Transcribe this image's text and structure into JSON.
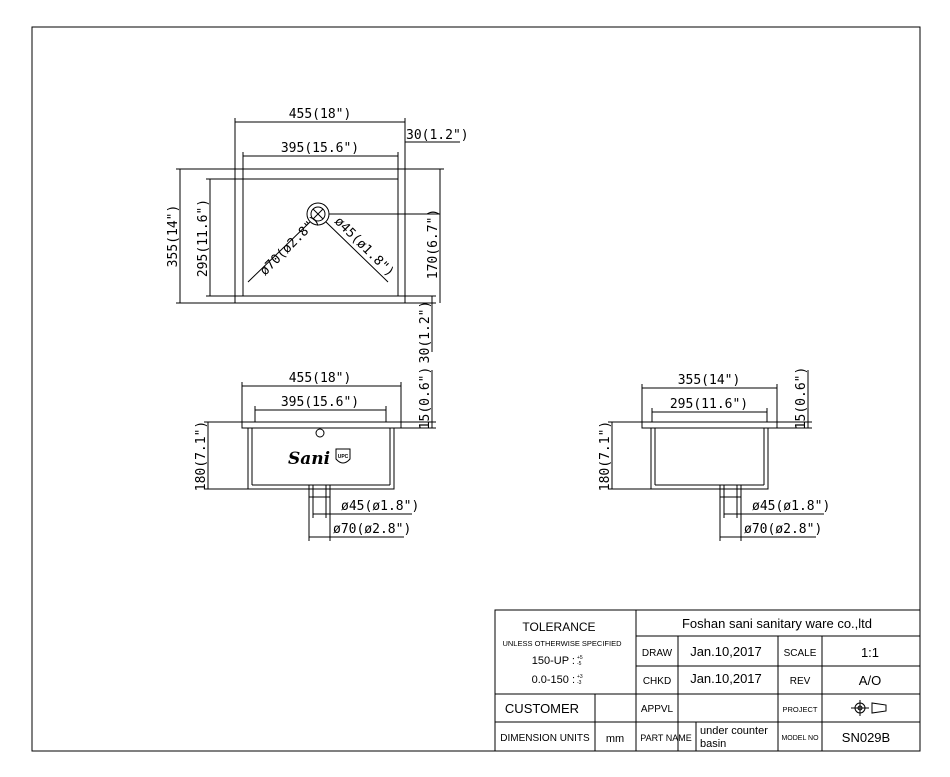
{
  "top_view": {
    "overall_width": "455(18\")",
    "inner_width": "395(15.6\")",
    "rim": "30(1.2\")",
    "overall_depth": "355(14\")",
    "inner_depth": "295(11.6\")",
    "drain_offset": "170(6.7\")",
    "rim_bottom": "30(1.2\")",
    "outer_ring": "ø70(ø2.8\")",
    "inner_ring": "ø45(ø1.8\")"
  },
  "front_view": {
    "overall_width": "455(18\")",
    "inner_width": "395(15.6\")",
    "flange": "15(0.6\")",
    "height": "180(7.1\")",
    "drain_inner": "ø45(ø1.8\")",
    "drain_outer": "ø70(ø2.8\")",
    "logo_text": "Sani",
    "badge_text": "UPC"
  },
  "side_view": {
    "overall_width": "355(14\")",
    "inner_width": "295(11.6\")",
    "flange": "15(0.6\")",
    "height": "180(7.1\")",
    "drain_inner": "ø45(ø1.8\")",
    "drain_outer": "ø70(ø2.8\")"
  },
  "title_block": {
    "tolerance": "TOLERANCE",
    "unless": "UNLESS OTHERWISE SPECIFIED",
    "tol_150_up": "150-UP :",
    "tol_150_up_sup": "+5",
    "tol_150_up_sub": "-5",
    "tol_0_150": "0.0-150 :",
    "tol_0_150_sup": "+3",
    "tol_0_150_sub": "-3",
    "company": "Foshan sani sanitary ware co.,ltd",
    "draw_label": "DRAW",
    "draw_date": "Jan.10,2017",
    "scale_label": "SCALE",
    "scale_value": "1:1",
    "chkd_label": "CHKD",
    "chkd_date": "Jan.10,2017",
    "rev_label": "REV",
    "rev_value": "A/O",
    "customer_label": "CUSTOMER",
    "appvl_label": "APPVL",
    "project_label": "PROJECT",
    "dimension_units_label": "DIMENSION UNITS",
    "dimension_units_value": "mm",
    "part_name_label": "PART NAME",
    "part_name_line1": "under counter",
    "part_name_line2": "basin",
    "model_no_label": "MODEL NO",
    "model_no_value": "SN029B"
  }
}
